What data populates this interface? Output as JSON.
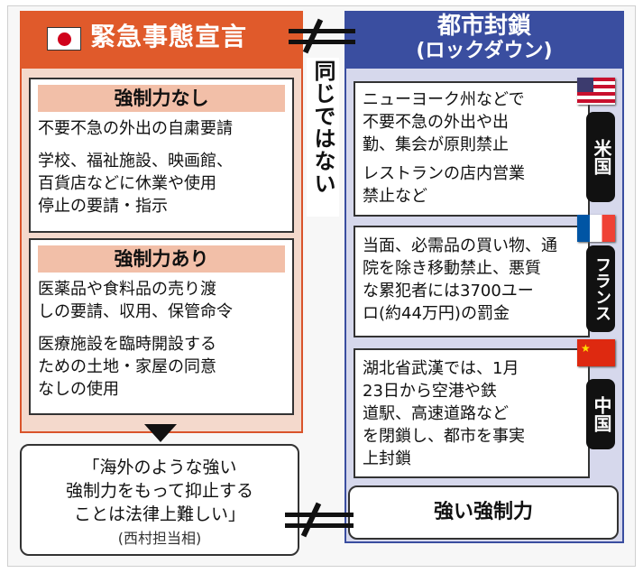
{
  "left": {
    "title": "緊急事態宣言",
    "flag_icon": "japan-flag-icon",
    "no_force": {
      "title": "強制力なし",
      "lines": [
        "不要不急の外出の自粛要請",
        "学校、福祉施設、映画館、",
        "百貨店などに休業や使用",
        "停止の要請・指示"
      ]
    },
    "with_force": {
      "title": "強制力あり",
      "lines": [
        "医薬品や食料品の売り渡",
        "しの要請、収用、保管命令",
        "医療施設を臨時開設する",
        "ための土地・家屋の同意",
        "なしの使用"
      ]
    },
    "quote": {
      "lines": [
        "「海外のような強い",
        "強制力をもって抑止する",
        "ことは法律上難しい」"
      ],
      "attribution": "(西村担当相)"
    }
  },
  "middle": {
    "not_same": "同じではない",
    "neq_symbol": "≠"
  },
  "right": {
    "title": "都市封鎖",
    "subtitle": "(ロックダウン)",
    "countries": [
      {
        "tag": "米国",
        "flag_icon": "usa-flag-icon",
        "lines": [
          "ニューヨーク州などで",
          "不要不急の外出や出",
          "勤、集会が原則禁止",
          "レストランの店内営業",
          "禁止など"
        ]
      },
      {
        "tag": "フランス",
        "flag_icon": "france-flag-icon",
        "lines": [
          "当面、必需品の買い物、通",
          "院を除き移動禁止、悪質",
          "な累犯者には3700ユー",
          "ロ(約44万円)の罰金"
        ]
      },
      {
        "tag": "中国",
        "flag_icon": "china-flag-icon",
        "lines": [
          "湖北省武漢では、1月",
          "23日から空港や鉄",
          "道駅、高速道路など",
          "を閉鎖し、都市を事実",
          "上封鎖"
        ]
      }
    ],
    "strong_force": "強い強制力"
  },
  "colors": {
    "left_accent": "#e05a2b",
    "left_bg": "#f4d9cc",
    "right_accent": "#3a4ea0",
    "right_bg": "#d6d8ec",
    "box_title_bg": "#f2bfa8"
  }
}
